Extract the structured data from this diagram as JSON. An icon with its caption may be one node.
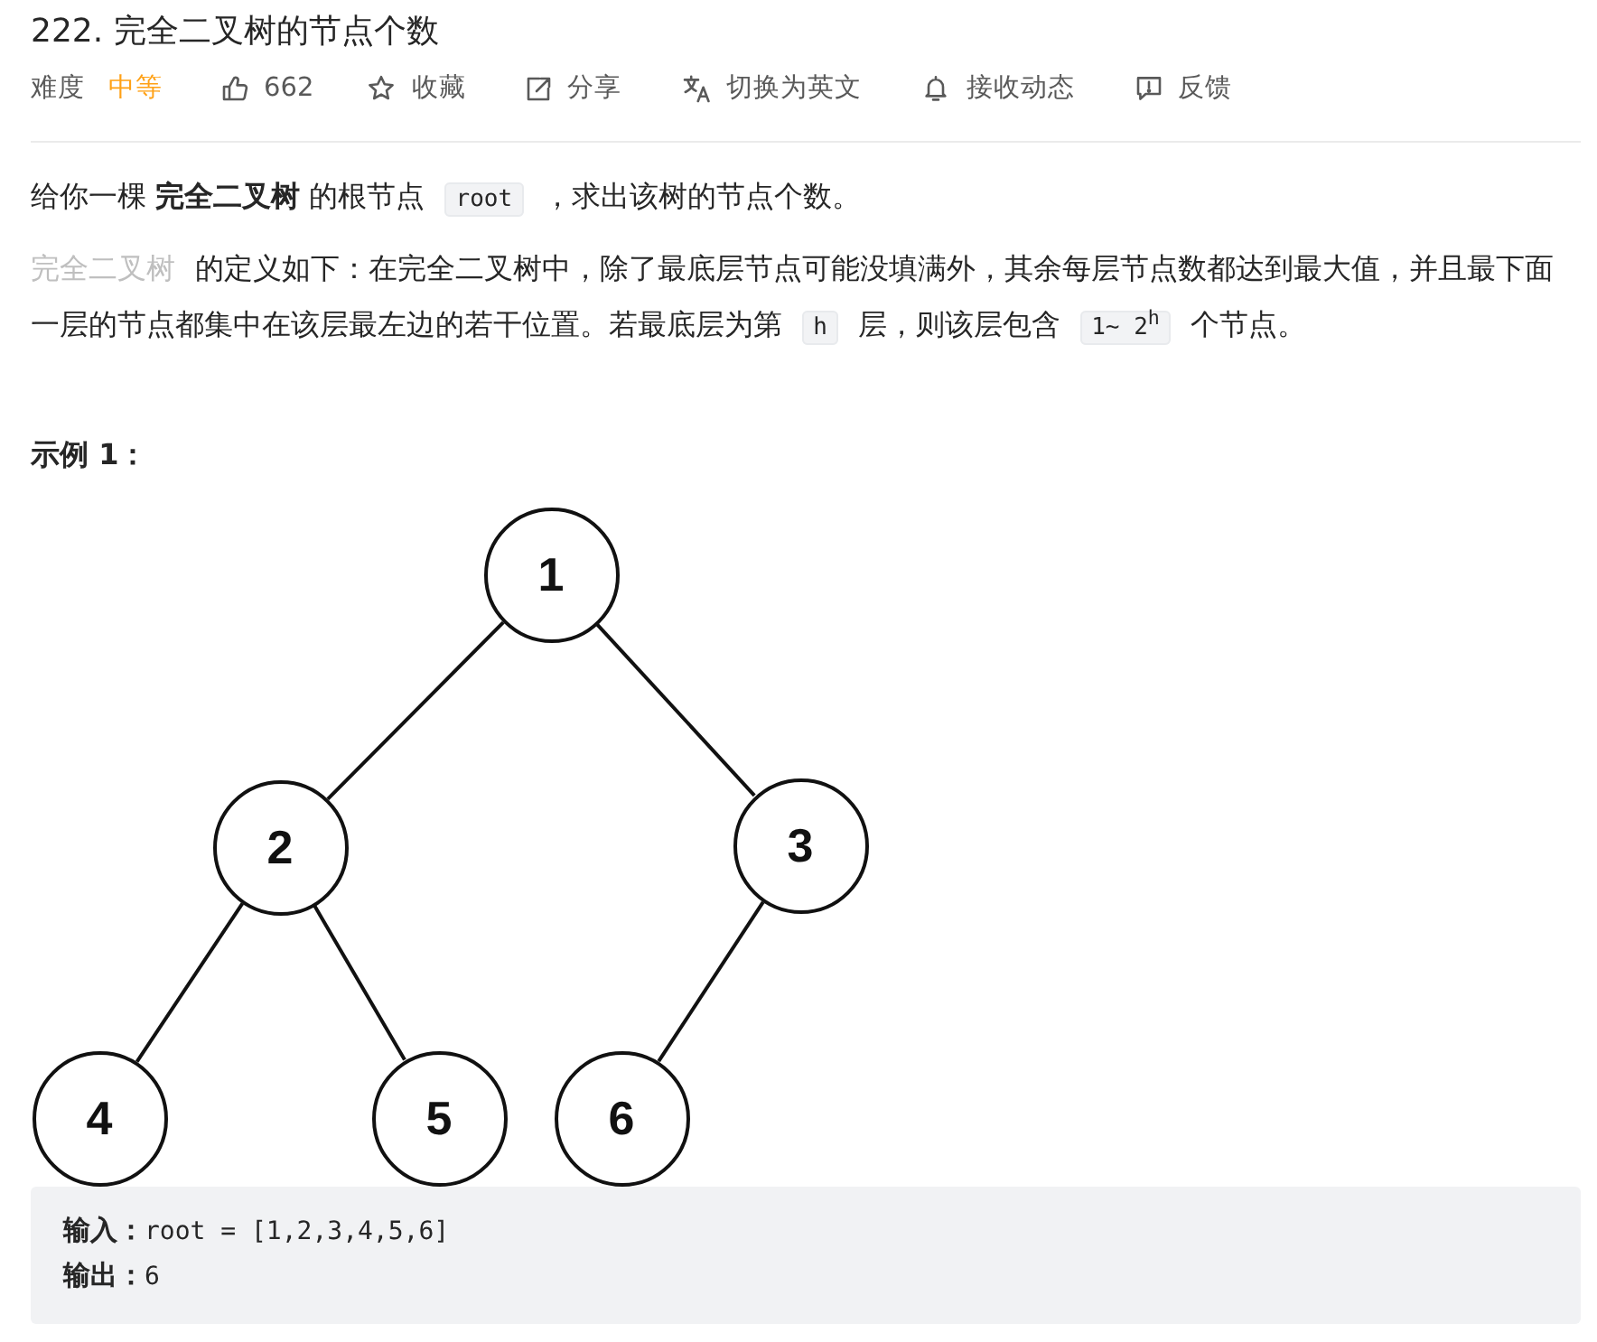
{
  "diagram": {
    "title": "222. 完全二叉树的节点个数",
    "nodes": [
      {
        "text": [
          "1"
        ]
      },
      {
        "text": [
          "2"
        ]
      },
      {
        "text": [
          "3"
        ]
      },
      {
        "text": [
          "4"
        ]
      },
      {
        "text": [
          "5"
        ]
      },
      {
        "text": [
          "6"
        ]
      }
    ],
    "edges": [
      {
        "from": 0,
        "to": 1,
        "arrow": "none"
      },
      {
        "from": 0,
        "to": 2,
        "arrow": "none"
      },
      {
        "from": 1,
        "to": 3,
        "arrow": "none"
      },
      {
        "from": 1,
        "to": 4,
        "arrow": "none"
      },
      {
        "from": 2,
        "to": 5,
        "arrow": "none"
      }
    ],
    "labels": [
      "难度",
      "中等",
      "662",
      "收藏",
      "分享",
      "切换为英文",
      "接收动态",
      "反馈",
      "给你一棵 **完全二叉树** 的根节点",
      "root",
      "，求出该树的节点个数。",
      "完全二叉树",
      "的定义如下：在完全二叉树中，除了最底层节点可能没填满外，其余每层节点数都达到最大值，并且最下面一层的节点都集中在该层最左边的若干位置。若最底层为第",
      "h",
      "层，则该层包含",
      "1~ 2$^{h}$",
      "个节点。",
      "示例 1：",
      "**输入：**root = [1,2,3,4,5,6]",
      "**输出：**6"
    ]
  }
}
